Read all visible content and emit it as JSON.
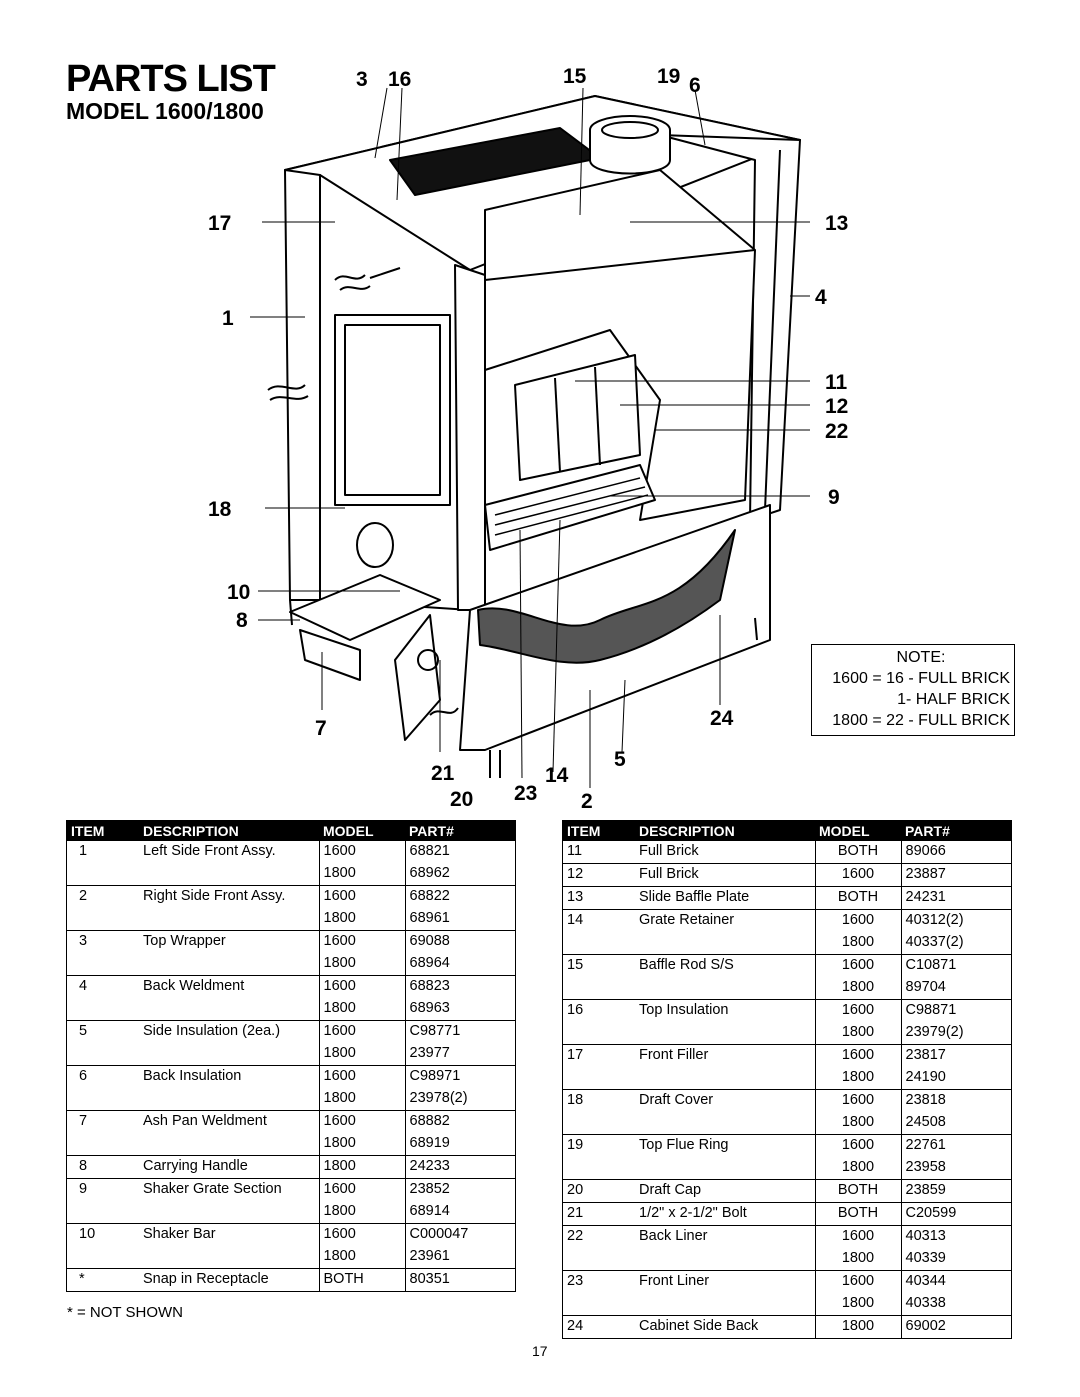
{
  "header": {
    "title": "PARTS LIST",
    "subtitle": "MODEL 1600/1800"
  },
  "diagram": {
    "callouts": [
      "3",
      "16",
      "15",
      "19",
      "6",
      "17",
      "13",
      "1",
      "4",
      "11",
      "12",
      "22",
      "18",
      "9",
      "10",
      "8",
      "7",
      "24",
      "21",
      "5",
      "14",
      "20",
      "23",
      "2"
    ]
  },
  "note": {
    "heading": "NOTE:",
    "lines": [
      "1600 = 16 - FULL BRICK",
      "1- HALF BRICK",
      "1800 = 22 - FULL BRICK"
    ]
  },
  "table_headers": {
    "item": "ITEM",
    "description": "DESCRIPTION",
    "model": "MODEL",
    "part": "PART#"
  },
  "left_table": [
    {
      "item": "1",
      "desc": "Left Side Front Assy.",
      "rows": [
        [
          "1600",
          "68821"
        ],
        [
          "1800",
          "68962"
        ]
      ]
    },
    {
      "item": "2",
      "desc": "Right Side Front Assy.",
      "rows": [
        [
          "1600",
          "68822"
        ],
        [
          "1800",
          "68961"
        ]
      ]
    },
    {
      "item": "3",
      "desc": "Top Wrapper",
      "rows": [
        [
          "1600",
          "69088"
        ],
        [
          "1800",
          "68964"
        ]
      ]
    },
    {
      "item": "4",
      "desc": "Back Weldment",
      "rows": [
        [
          "1600",
          "68823"
        ],
        [
          "1800",
          "68963"
        ]
      ]
    },
    {
      "item": "5",
      "desc": "Side Insulation (2ea.)",
      "rows": [
        [
          "1600",
          "C98771"
        ],
        [
          "1800",
          "23977"
        ]
      ]
    },
    {
      "item": "6",
      "desc": "Back Insulation",
      "rows": [
        [
          "1600",
          "C98971"
        ],
        [
          "1800",
          "23978(2)"
        ]
      ]
    },
    {
      "item": "7",
      "desc": "Ash Pan Weldment",
      "rows": [
        [
          "1600",
          "68882"
        ],
        [
          "1800",
          "68919"
        ]
      ]
    },
    {
      "item": "8",
      "desc": "Carrying Handle",
      "rows": [
        [
          "1800",
          "24233"
        ]
      ]
    },
    {
      "item": "9",
      "desc": "Shaker Grate Section",
      "rows": [
        [
          "1600",
          "23852"
        ],
        [
          "1800",
          "68914"
        ]
      ]
    },
    {
      "item": "10",
      "desc": "Shaker Bar",
      "rows": [
        [
          "1600",
          "C000047"
        ],
        [
          "1800",
          "23961"
        ]
      ]
    },
    {
      "item": "*",
      "desc": "Snap in Receptacle",
      "rows": [
        [
          "BOTH",
          "80351"
        ]
      ]
    }
  ],
  "right_table": [
    {
      "item": "11",
      "desc": "Full Brick",
      "rows": [
        [
          "BOTH",
          "89066"
        ]
      ]
    },
    {
      "item": "12",
      "desc": "Full Brick",
      "rows": [
        [
          "1600",
          "23887"
        ]
      ]
    },
    {
      "item": "13",
      "desc": "Slide Baffle Plate",
      "rows": [
        [
          "BOTH",
          "24231"
        ]
      ]
    },
    {
      "item": "14",
      "desc": "Grate Retainer",
      "rows": [
        [
          "1600",
          "40312(2)"
        ],
        [
          "1800",
          "40337(2)"
        ]
      ]
    },
    {
      "item": "15",
      "desc": "Baffle Rod S/S",
      "rows": [
        [
          "1600",
          "C10871"
        ],
        [
          "1800",
          "89704"
        ]
      ]
    },
    {
      "item": "16",
      "desc": "Top Insulation",
      "rows": [
        [
          "1600",
          "C98871"
        ],
        [
          "1800",
          "23979(2)"
        ]
      ]
    },
    {
      "item": "17",
      "desc": "Front Filler",
      "rows": [
        [
          "1600",
          "23817"
        ],
        [
          "1800",
          "24190"
        ]
      ]
    },
    {
      "item": "18",
      "desc": "Draft Cover",
      "rows": [
        [
          "1600",
          "23818"
        ],
        [
          "1800",
          "24508"
        ]
      ]
    },
    {
      "item": "19",
      "desc": "Top Flue Ring",
      "rows": [
        [
          "1600",
          "22761"
        ],
        [
          "1800",
          "23958"
        ]
      ]
    },
    {
      "item": "20",
      "desc": "Draft Cap",
      "rows": [
        [
          "BOTH",
          "23859"
        ]
      ]
    },
    {
      "item": "21",
      "desc": "1/2\" x 2-1/2\" Bolt",
      "rows": [
        [
          "BOTH",
          "C20599"
        ]
      ]
    },
    {
      "item": "22",
      "desc": "Back Liner",
      "rows": [
        [
          "1600",
          "40313"
        ],
        [
          "1800",
          "40339"
        ]
      ]
    },
    {
      "item": "23",
      "desc": "Front Liner",
      "rows": [
        [
          "1600",
          "40344"
        ],
        [
          "1800",
          "40338"
        ]
      ]
    },
    {
      "item": "24",
      "desc": "Cabinet Side Back",
      "rows": [
        [
          "1800",
          "69002"
        ]
      ]
    }
  ],
  "footnote": "* = NOT SHOWN",
  "page_number": "17"
}
